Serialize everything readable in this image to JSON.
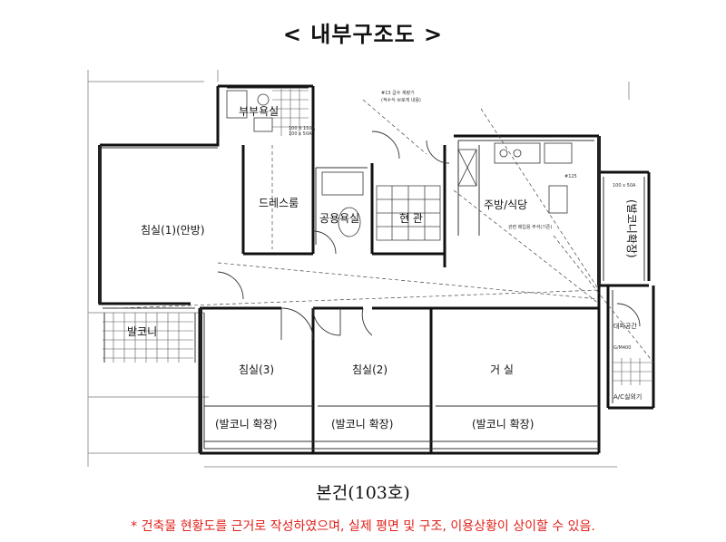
{
  "title": "< 내부구조도 >",
  "rooms": {
    "master_bathroom": "부부욕실",
    "master_bedroom": "침실(1)(안방)",
    "dressroom": "드레스룸",
    "common_bathroom": "공용욕실",
    "entrance": "현 관",
    "kitchen": "주방/식당",
    "balcony": "발코니",
    "bedroom3": "침실(3)",
    "bedroom2": "침실(2)",
    "living": "거 실",
    "ext1": "(발코니 확장)",
    "ext2": "(발코니 확장)",
    "ext3": "(발코니 확장)",
    "utility_vertical": "(발코니확장)",
    "evac": "대피공간",
    "ac_outdoor": "A/C실외기"
  },
  "annotations": {
    "a1": "#13 급수 계량기",
    "a2": "(적수식 브로게 내용)",
    "a3": "100 X 100A",
    "a4": "100 x 50A",
    "a5": "#125",
    "a6": "100 x 50A",
    "a7": "관련 매입용 주석(기존)",
    "a8": "G/M400"
  },
  "caption": "본건(103호)",
  "note": "* 건축물 현황도를 근거로 작성하였으며, 실제 평면 및 구조, 이용상황이 상이할 수 있음."
}
